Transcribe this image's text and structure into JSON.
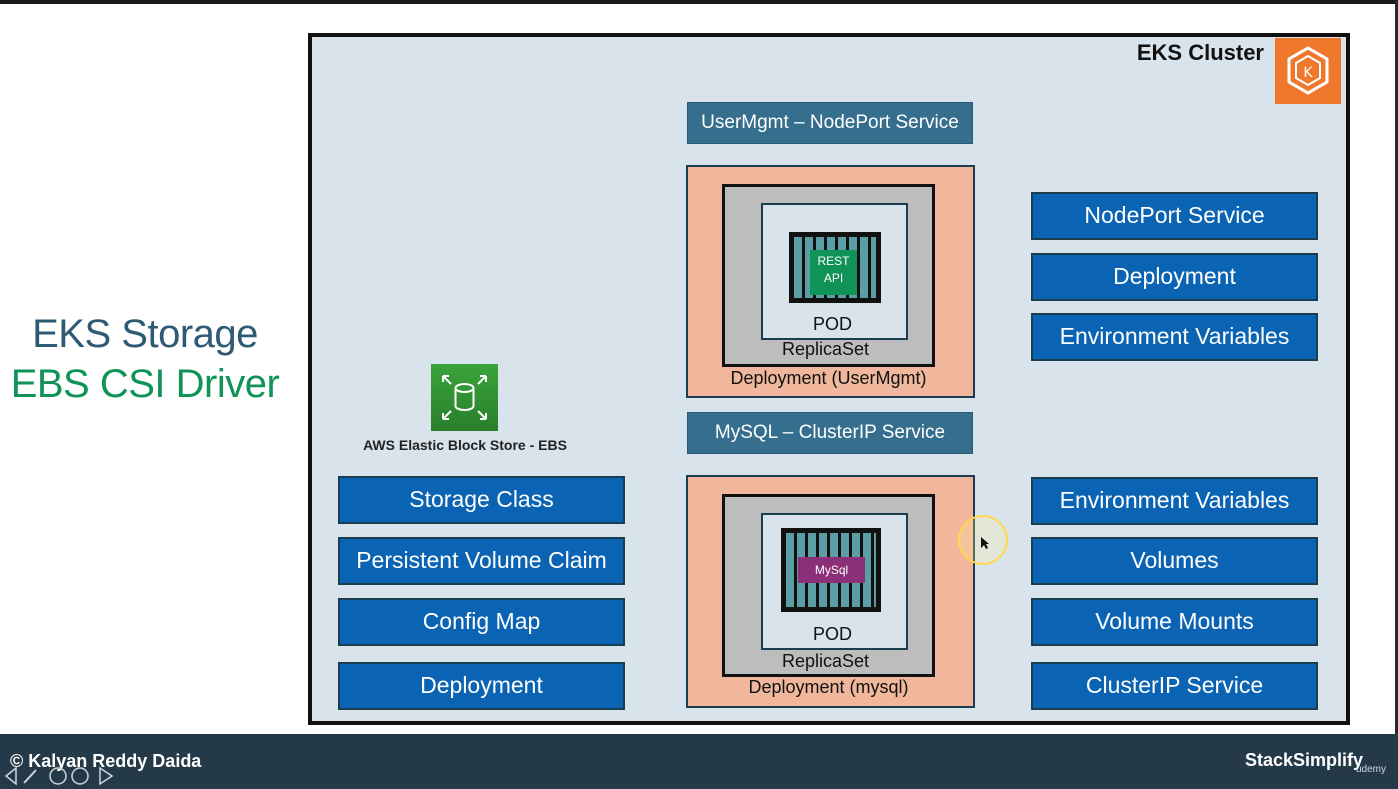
{
  "slide_title": {
    "line1": "EKS Storage",
    "line2": "EBS CSI Driver"
  },
  "cluster": {
    "label": "EKS Cluster"
  },
  "top_service": "UserMgmt – NodePort Service",
  "bottom_service": "MySQL – ClusterIP Service",
  "usermgmt": {
    "container_badge": [
      "REST",
      "API"
    ],
    "pod": "POD",
    "replicaset": "ReplicaSet",
    "deployment": "Deployment (UserMgmt)"
  },
  "mysql": {
    "container_badge": "MySql",
    "pod": "POD",
    "replicaset": "ReplicaSet",
    "deployment": "Deployment (mysql)"
  },
  "ebs": {
    "label": "AWS Elastic Block Store - EBS"
  },
  "left_items": [
    "Storage Class",
    "Persistent Volume Claim",
    "Config Map",
    "Deployment"
  ],
  "right_top_items": [
    "NodePort Service",
    "Deployment",
    "Environment Variables"
  ],
  "right_bottom_items": [
    "Environment Variables",
    "Volumes",
    "Volume Mounts",
    "ClusterIP Service"
  ],
  "footer": {
    "copyright": "© Kalyan Reddy Daida",
    "brand": "StackSimplify",
    "platform": "udemy"
  },
  "colors": {
    "cluster_bg": "#d9e3ec",
    "service_bar": "#356f8d",
    "resource_button": "#0b63b3",
    "deployment_fill": "#f0b79d",
    "eks_logo": "#f0782c",
    "title_blue": "#2f5a74",
    "title_green": "#109356",
    "footer_bg": "#253a48"
  }
}
